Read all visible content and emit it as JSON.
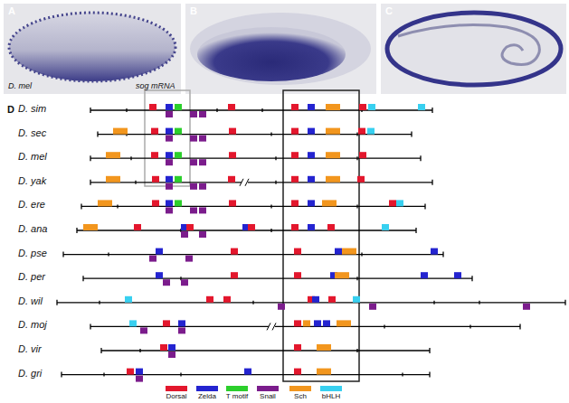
{
  "diagram": {
    "labels": [
      "A",
      "B",
      "C",
      "D. mel",
      "sog mRNA",
      "D",
      "D. sim",
      "D. sec",
      "D. mel",
      "D. yak",
      "D. ere",
      "D. ana",
      "D. pse",
      "D. per",
      "D. wil",
      "D. moj",
      "D. vir",
      "D. gri"
    ],
    "legend": [
      {
        "text": "Dorsal",
        "color": "#e3172d"
      },
      {
        "text": "Zelda",
        "color": "#2424d0"
      },
      {
        "text": "T motif",
        "color": "#2ccf2c"
      },
      {
        "text": "Snail",
        "color": "#7b1c8c"
      },
      {
        "text": "Sch",
        "color": "#f2961e"
      },
      {
        "text": "bHLH",
        "color": "#38d0f0"
      }
    ]
  }
}
